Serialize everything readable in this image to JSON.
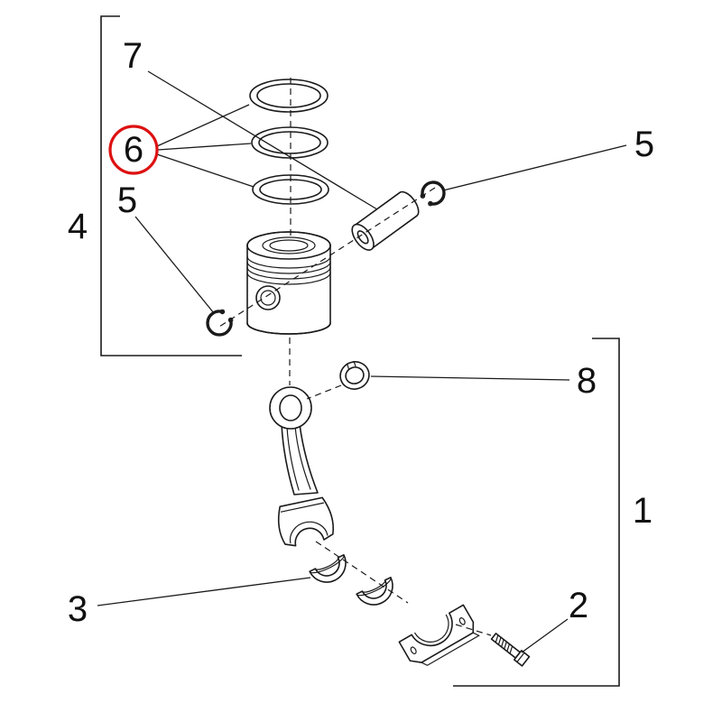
{
  "diagram": {
    "background_color": "#ffffff",
    "line_color": "#1a1a1a",
    "highlight_color": "#dd1111",
    "callouts": {
      "n1": {
        "label": "1"
      },
      "n2": {
        "label": "2"
      },
      "n3": {
        "label": "3"
      },
      "n4": {
        "label": "4"
      },
      "n5_left": {
        "label": "5"
      },
      "n5_right": {
        "label": "5"
      },
      "n6": {
        "label": "6",
        "highlighted": true
      },
      "n7": {
        "label": "7"
      },
      "n8": {
        "label": "8"
      }
    }
  }
}
